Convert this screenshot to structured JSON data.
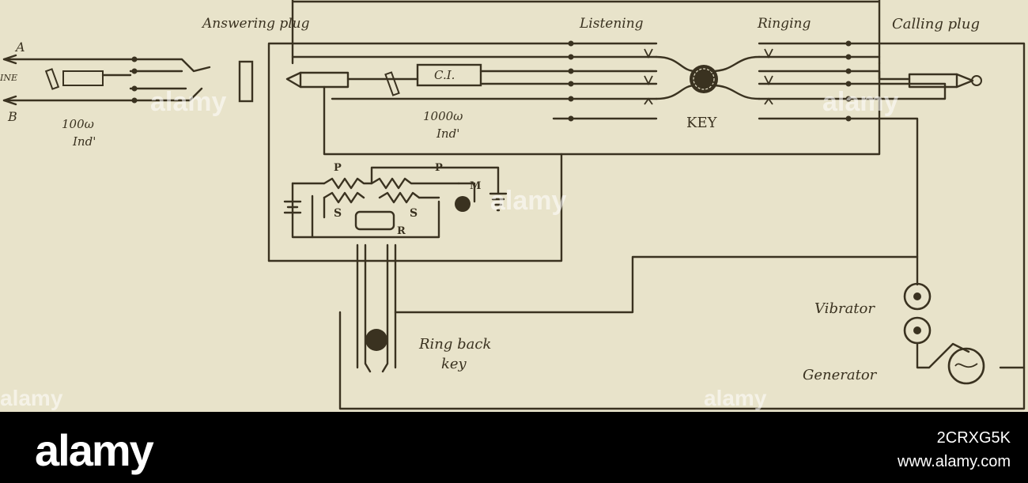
{
  "diagram": {
    "labels": {
      "answering_plug": "Answering plug",
      "listening": "Listening",
      "ringing": "Ringing",
      "calling_plug": "Calling plug",
      "line_a": "A",
      "line": "INE",
      "line_b": "B",
      "ind_100": "100ω",
      "ind_100_unit": "Ind'",
      "ci": "C.I.",
      "ind_1000": "1000ω",
      "ind_1000_unit": "Ind'",
      "key": "KEY",
      "p_left": "P",
      "p_right": "P",
      "s_left": "S",
      "s_right": "S",
      "r": "R",
      "m": "M",
      "ring_back": "Ring back",
      "ring_back_key": "key",
      "vibrator": "Vibrator",
      "generator": "Generator"
    }
  },
  "watermark": {
    "text": "alamy"
  },
  "footer": {
    "logo": "alamy",
    "image_id": "2CRXG5K",
    "url": "www.alamy.com"
  },
  "colors": {
    "paper": "#e8e3ca",
    "ink": "#3a3220",
    "footer": "#000000"
  }
}
